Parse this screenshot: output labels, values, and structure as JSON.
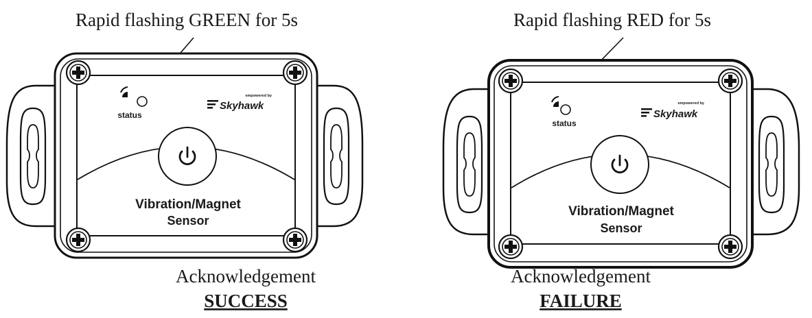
{
  "panels": [
    {
      "callout": "Rapid flashing GREEN for 5s",
      "status_label": "status",
      "brand_small": "empowered by",
      "brand": "Skyhawk",
      "sensor_line1": "Vibration/Magnet",
      "sensor_line2": "Sensor",
      "ack_label": "Acknowledgement",
      "result": "SUCCESS",
      "led_color": "GREEN"
    },
    {
      "callout": "Rapid flashing RED for 5s",
      "status_label": "status",
      "brand_small": "empowered by",
      "brand": "Skyhawk",
      "sensor_line1": "Vibration/Magnet",
      "sensor_line2": "Sensor",
      "ack_label": "Acknowledgement",
      "result": "FAILURE",
      "led_color": "RED"
    }
  ],
  "icons": {
    "power": "power-icon",
    "screw": "phillips-screw-icon",
    "signal": "wireless-signal-icon"
  }
}
